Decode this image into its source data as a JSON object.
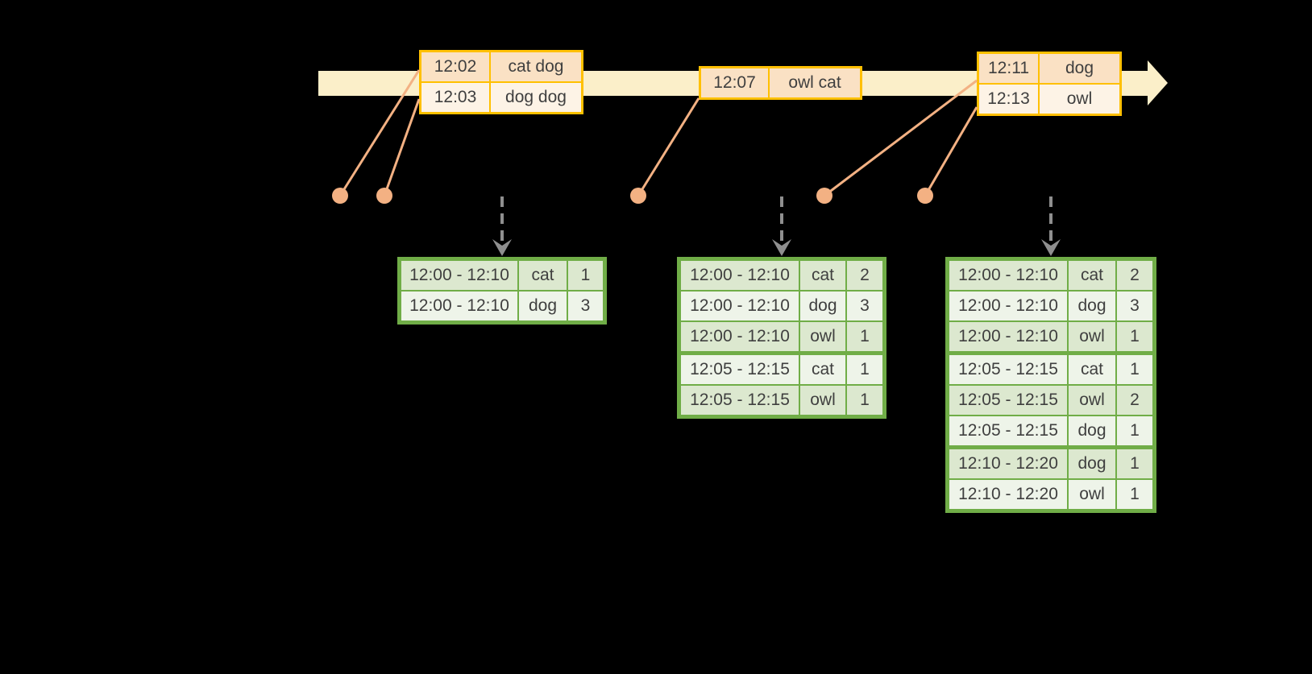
{
  "event_tables": [
    {
      "rows": [
        [
          "12:02",
          "cat dog"
        ],
        [
          "12:03",
          "dog dog"
        ]
      ]
    },
    {
      "rows": [
        [
          "12:07",
          "owl cat"
        ]
      ]
    },
    {
      "rows": [
        [
          "12:11",
          "dog"
        ],
        [
          "12:13",
          "owl"
        ]
      ]
    }
  ],
  "result_tables": [
    {
      "rows": [
        [
          "12:00 - 12:10",
          "cat",
          "1"
        ],
        [
          "12:00 - 12:10",
          "dog",
          "3"
        ]
      ]
    },
    {
      "rows": [
        [
          "12:00 - 12:10",
          "cat",
          "2"
        ],
        [
          "12:00 - 12:10",
          "dog",
          "3"
        ],
        [
          "12:00 - 12:10",
          "owl",
          "1"
        ],
        [
          "12:05 - 12:15",
          "cat",
          "1"
        ],
        [
          "12:05 - 12:15",
          "owl",
          "1"
        ]
      ]
    },
    {
      "rows": [
        [
          "12:00 - 12:10",
          "cat",
          "2"
        ],
        [
          "12:00 - 12:10",
          "dog",
          "3"
        ],
        [
          "12:00 - 12:10",
          "owl",
          "1"
        ],
        [
          "12:05 - 12:15",
          "cat",
          "1"
        ],
        [
          "12:05 - 12:15",
          "owl",
          "2"
        ],
        [
          "12:05 - 12:15",
          "dog",
          "1"
        ],
        [
          "12:10 - 12:20",
          "dog",
          "1"
        ],
        [
          "12:10 - 12:20",
          "owl",
          "1"
        ]
      ]
    }
  ],
  "colors": {
    "background": "#000000",
    "band": "#FBEFC9",
    "event_border": "#FFC000",
    "event_fill_dark": "#FAE1C4",
    "event_fill_light": "#FDF3E6",
    "result_border": "#70AD47",
    "result_fill_dark": "#DCE8CF",
    "result_fill_light": "#EEF4E9",
    "connector": "#F3B183",
    "trigger_arrow": "#8F8F8F",
    "text": "#3F3F3F"
  }
}
